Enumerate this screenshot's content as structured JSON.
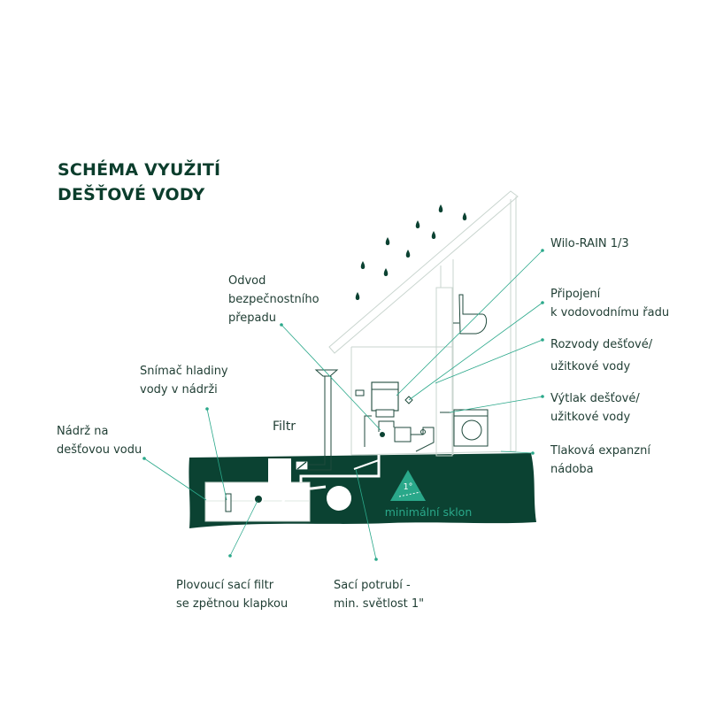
{
  "title": {
    "line1": "SCHÉMA VYUŽITÍ",
    "line2": "DEŠŤOVÉ VODY"
  },
  "labels": {
    "wilo_rain": "Wilo-RAIN 1/3",
    "pripojeni": [
      "Připojení",
      "k vodovodnímu řadu"
    ],
    "rozvody": [
      "Rozvody dešťové/",
      "užitkové vody"
    ],
    "vytlak": [
      "Výtlak dešťové/",
      "užitkové vody"
    ],
    "tlakova": [
      "Tlaková expanzní",
      "nádoba"
    ],
    "odvod": [
      "Odvod",
      "bezpečnostního",
      "přepadu"
    ],
    "snimac": [
      "Snímač hladiny",
      "vody v nádrži"
    ],
    "nadrz": [
      "Nádrž na",
      "dešťovou vodu"
    ],
    "filtr": "Filtr",
    "plovouci": [
      "Plovoucí sací filtr",
      "se zpětnou klapkou"
    ],
    "saci": [
      "Sací potrubí -",
      "min. světlost 1\""
    ]
  },
  "slope": {
    "angle": "1°",
    "label": "minimální sklon"
  },
  "colors": {
    "dark_green": "#0b4232",
    "teal": "#2aa88a",
    "line": "#1f4a3c",
    "outline": "#c9d5cf"
  }
}
